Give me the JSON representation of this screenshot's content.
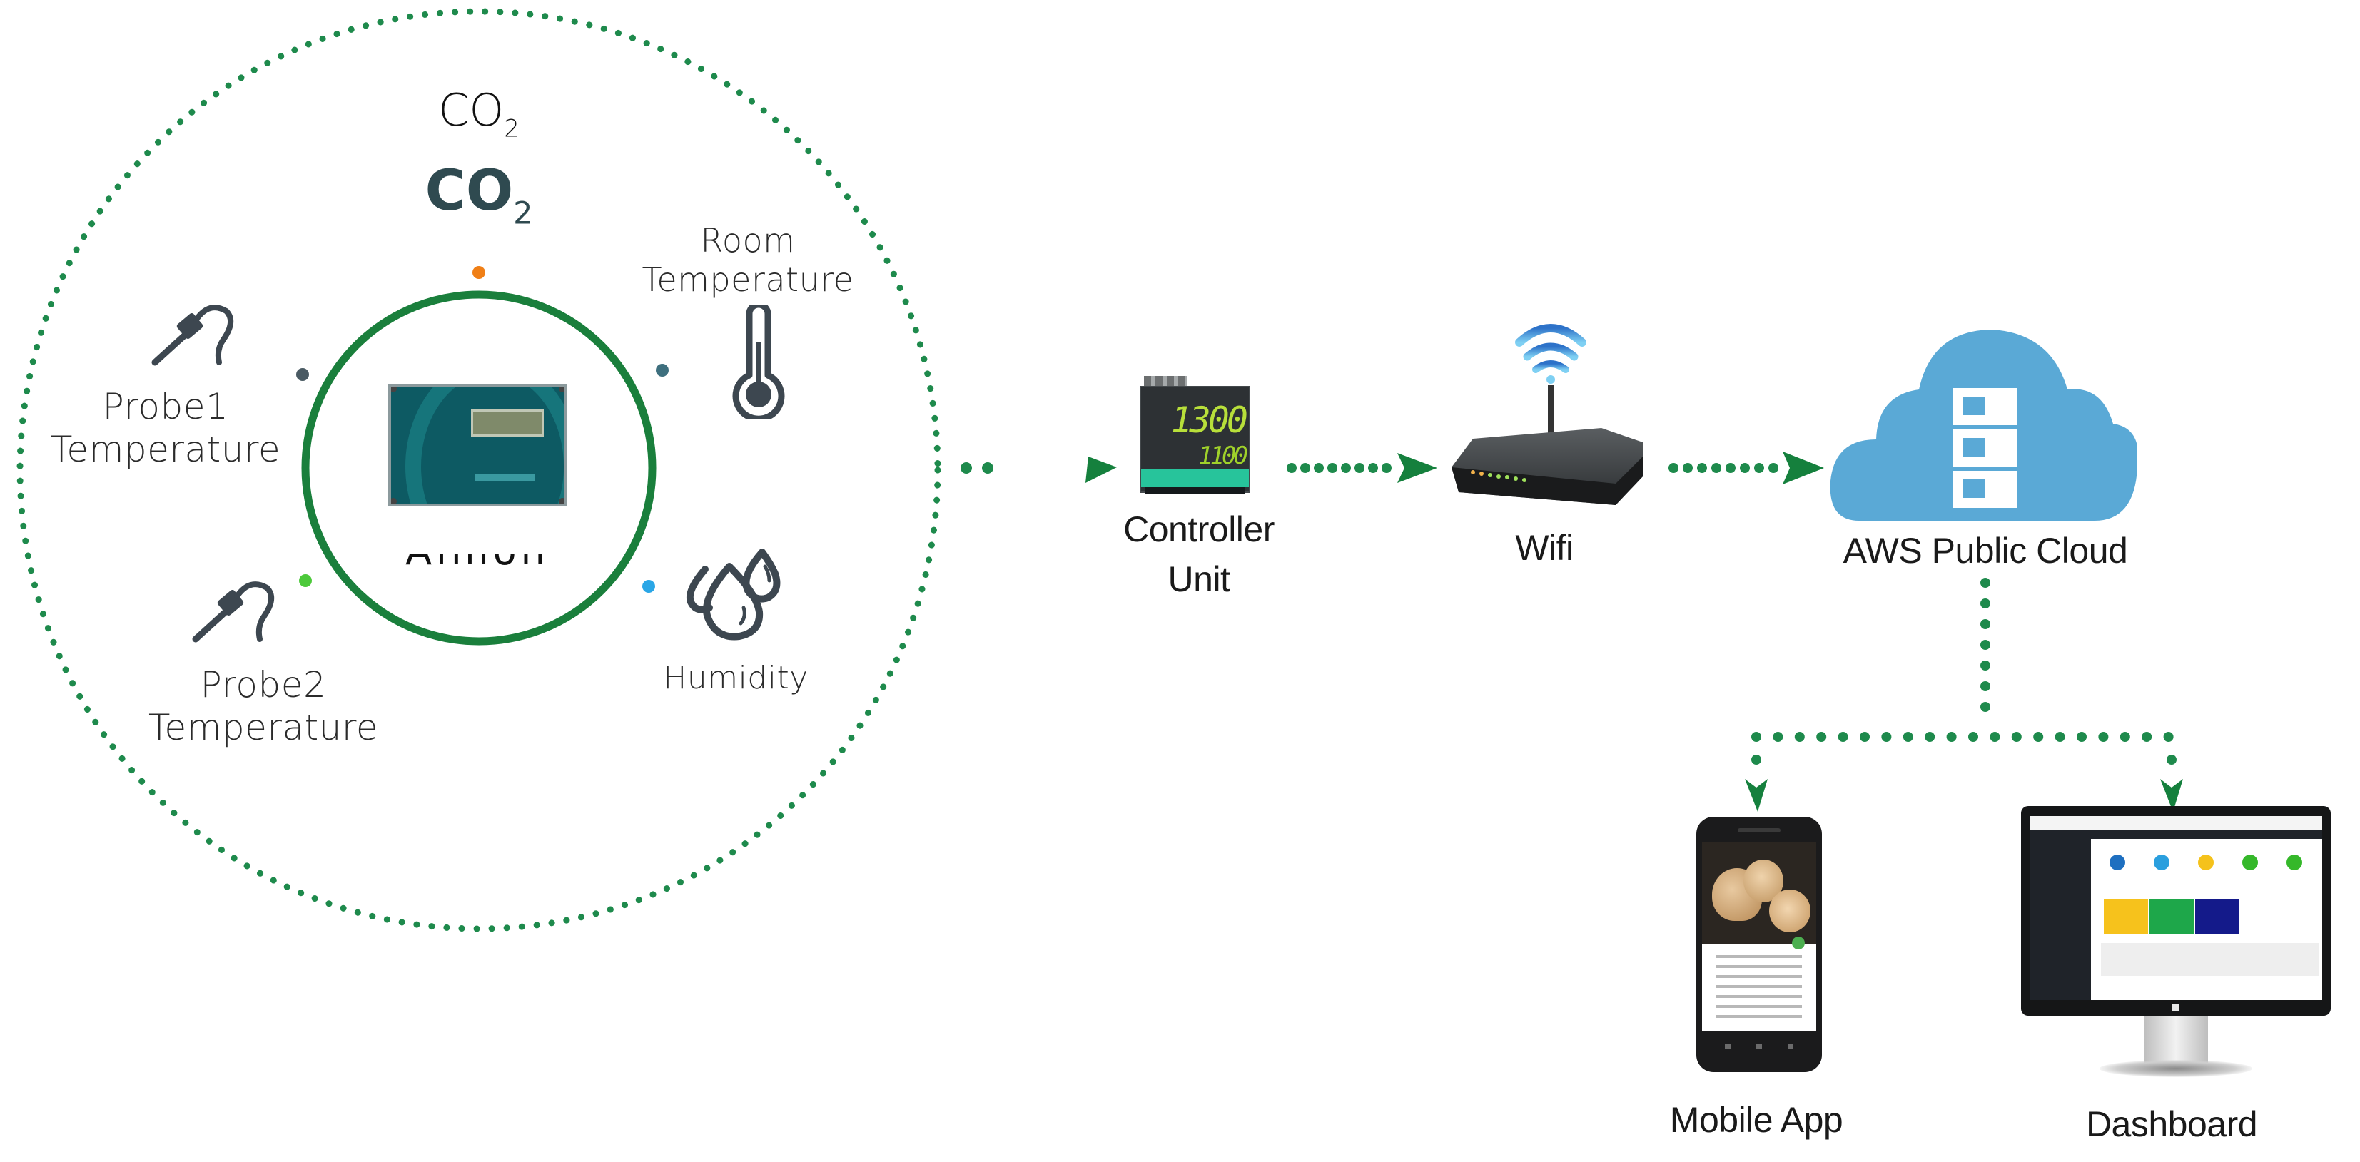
{
  "diagram": {
    "title": "Sensor to Cloud IoT Architecture",
    "colors": {
      "connector_green": "#1e8a4c",
      "arrow_green": "#15803d",
      "inner_ring": "#1a7f3c",
      "icon_gray": "#3d4750",
      "cloud_blue": "#5aa9d6",
      "dot_orange": "#f07f16",
      "dot_slate": "#4a5a63",
      "dot_teal": "#3e6f7e",
      "dot_green": "#4cc93a",
      "dot_blue": "#2aa6e6"
    },
    "sensor_hub": {
      "device_name_partial": "Aimon",
      "sensors": [
        {
          "id": "co2-a",
          "label_main": "CO",
          "label_sub": "2",
          "icon": "co2-text"
        },
        {
          "id": "co2-b",
          "label_main": "CO",
          "label_sub": "2",
          "icon": "co2-text",
          "dot_color": "orange"
        },
        {
          "id": "room-temperature",
          "label_line1": "Room",
          "label_line2": "Temperature",
          "icon": "thermometer-icon",
          "dot_color": "teal"
        },
        {
          "id": "probe1",
          "label_line1": "Probe1",
          "label_line2": "Temperature",
          "icon": "probe-icon",
          "dot_color": "slate"
        },
        {
          "id": "probe2",
          "label_line1": "Probe2",
          "label_line2": "Temperature",
          "icon": "probe-icon",
          "dot_color": "green"
        },
        {
          "id": "humidity",
          "label_line1": "Humidity",
          "icon": "water-drops-icon",
          "dot_color": "blue"
        }
      ]
    },
    "flow": [
      {
        "id": "controller",
        "label_line1": "Controller",
        "label_line2": "Unit",
        "display_top": "1300",
        "display_bottom": "1100"
      },
      {
        "id": "wifi",
        "label_line1": "Wifi"
      },
      {
        "id": "cloud",
        "label_line1": "AWS Public Cloud"
      }
    ],
    "outputs": [
      {
        "id": "mobile-app",
        "label": "Mobile App"
      },
      {
        "id": "dashboard",
        "label": "Dashboard"
      }
    ]
  }
}
